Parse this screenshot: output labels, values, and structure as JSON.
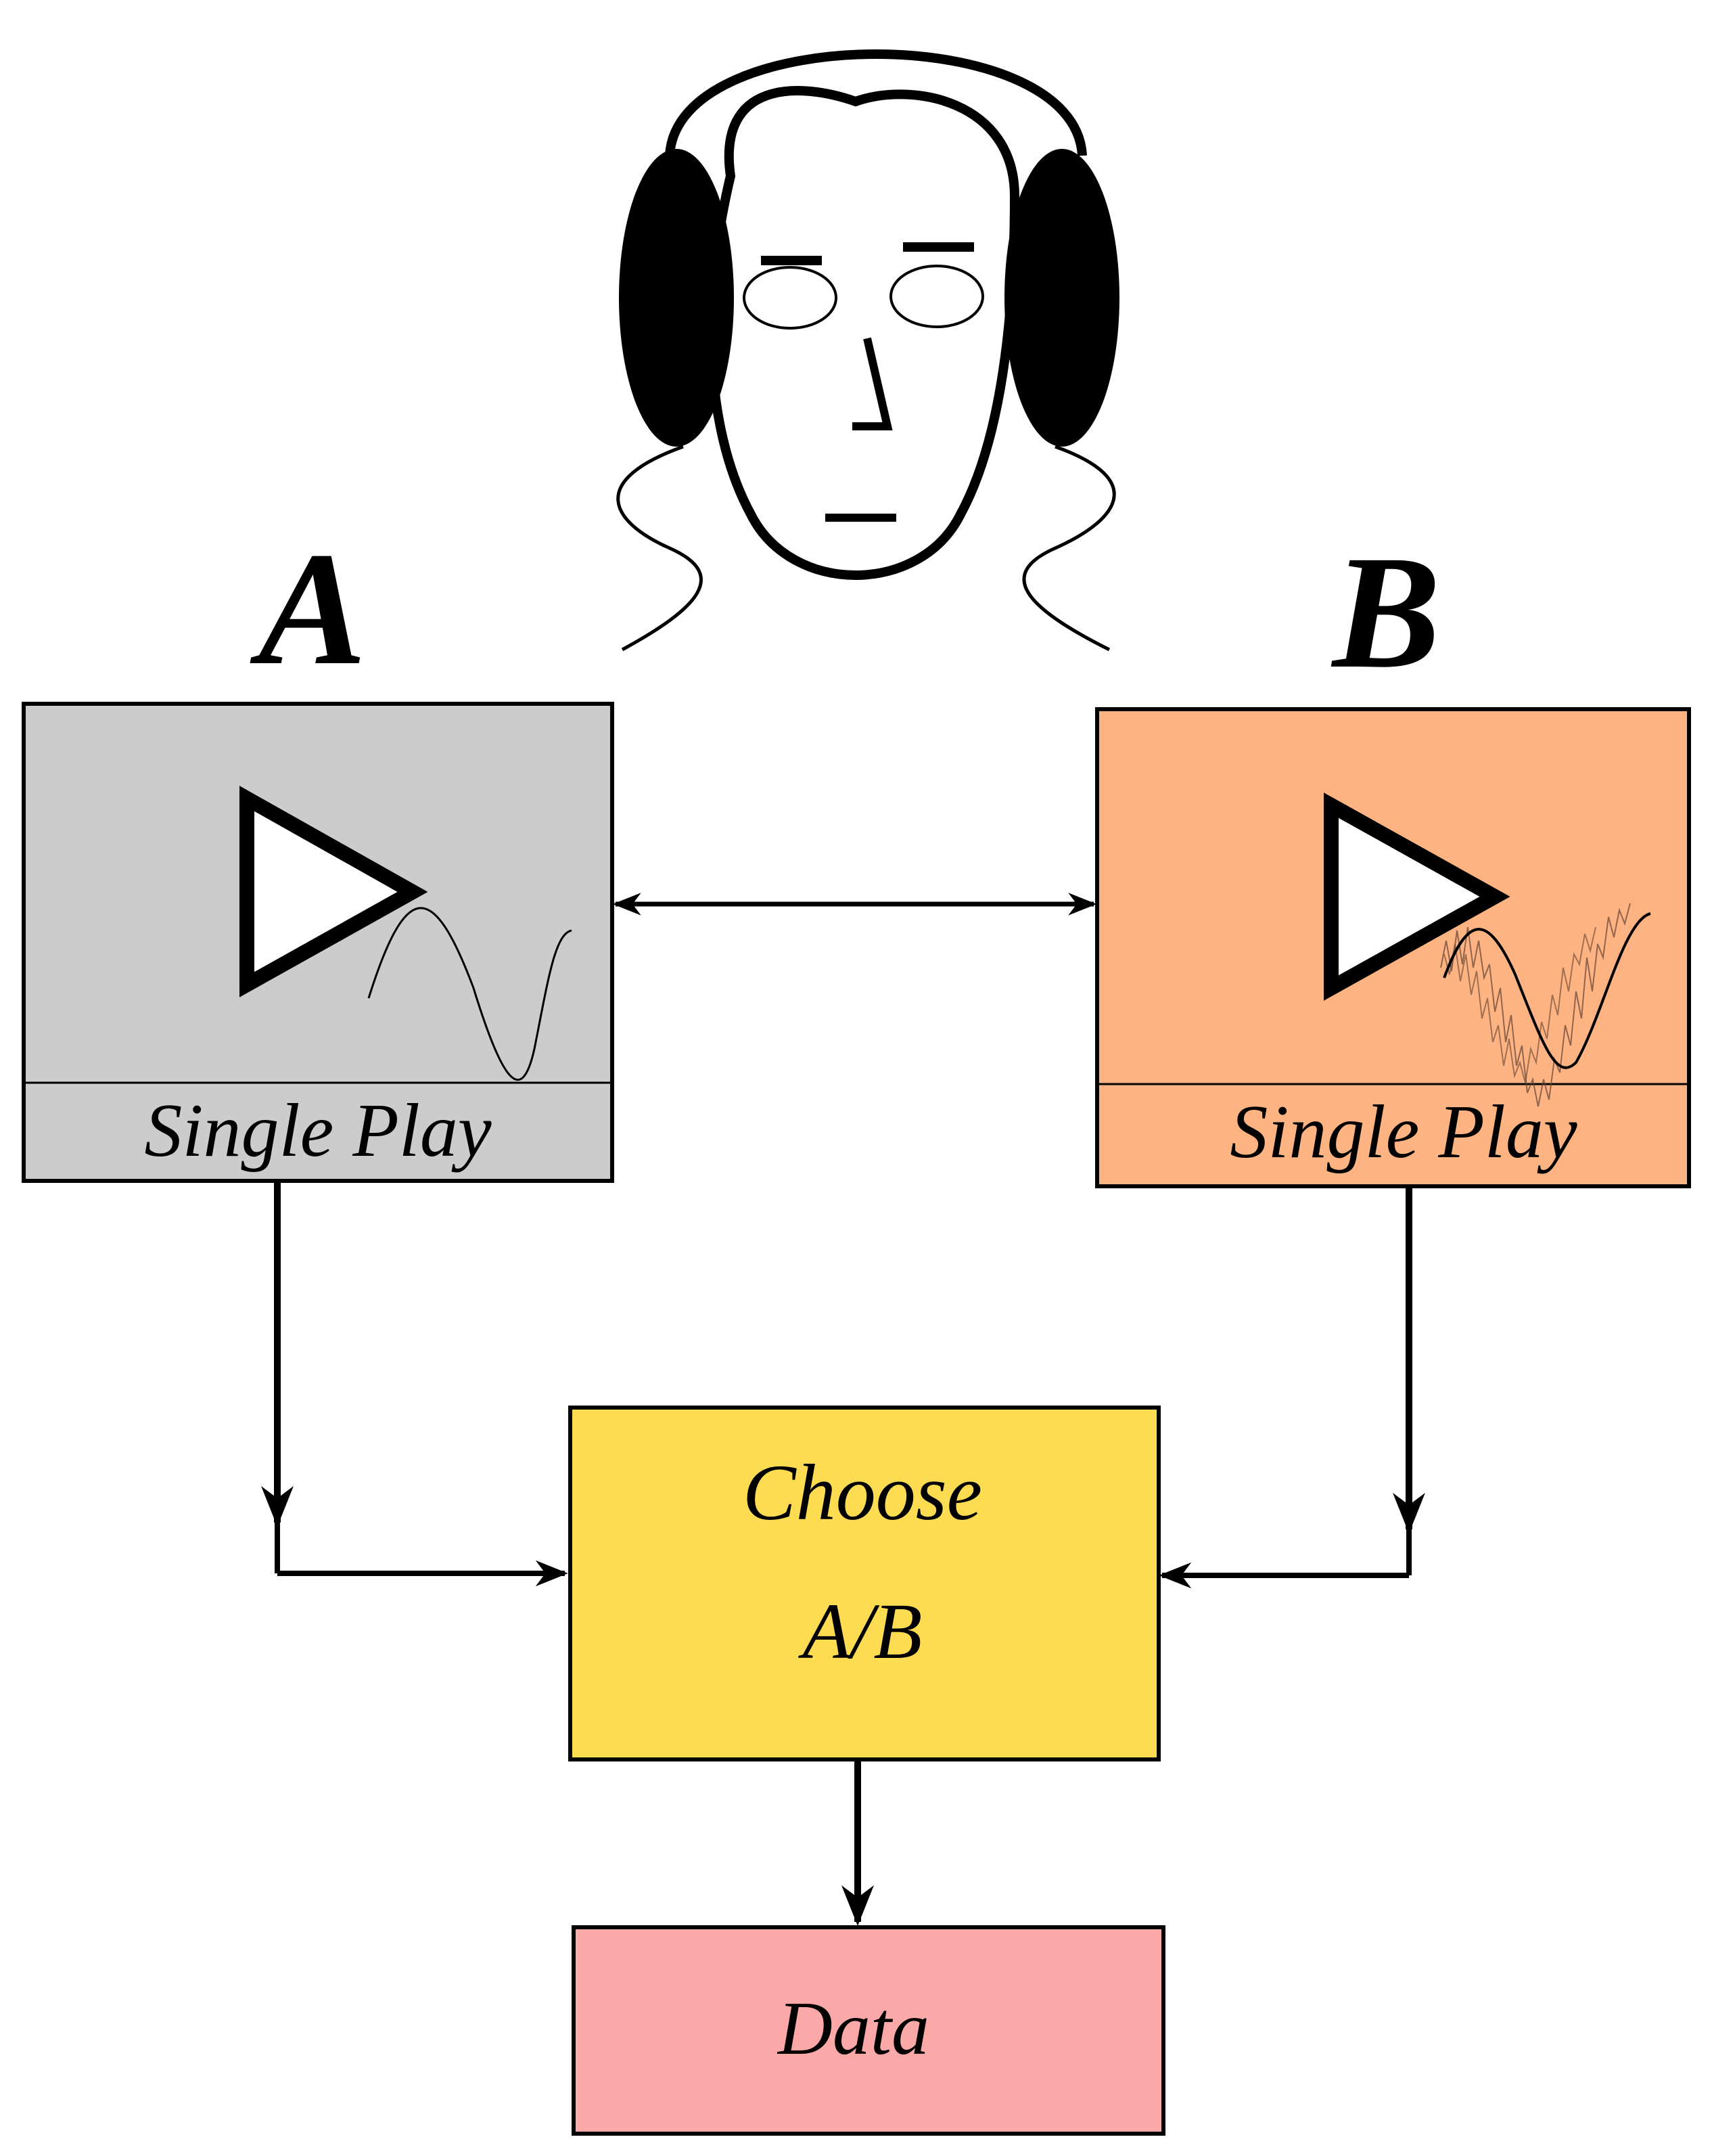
{
  "colors": {
    "box_a_fill": "#cccccc",
    "box_b_fill": "#fdb482",
    "choose_fill": "#fddc52",
    "data_fill": "#fba8a9",
    "stroke": "#000000",
    "background": "#ffffff"
  },
  "icons": {
    "listener": "person-with-headphones-icon",
    "speaker": "play-triangle-icon",
    "clean_signal": "sine-wave-icon",
    "noisy_signal": "noisy-sine-wave-icon"
  },
  "labels": {
    "a": "A",
    "b": "B",
    "box_a_caption": "Single Play",
    "box_b_caption": "Single Play",
    "choose_line1": "Choose",
    "choose_line2": "A/B",
    "data": "Data"
  }
}
